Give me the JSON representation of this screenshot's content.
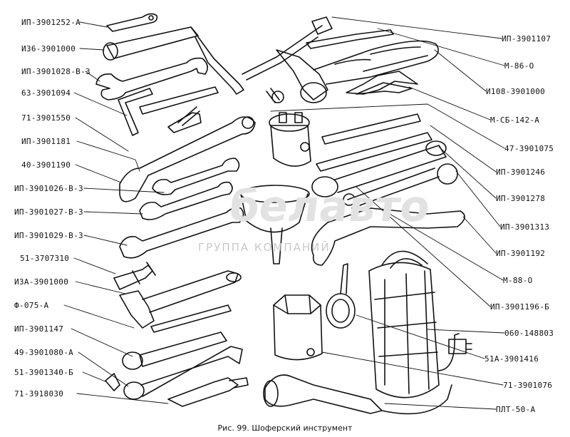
{
  "caption": "Рис. 99. Шоферский инструмент",
  "watermark": {
    "logo": "белавто",
    "text": "ГРУППА КОМПАНИЙ"
  },
  "labels_left": [
    "ИП-3901252-А",
    "И36-3901000",
    "ИП-3901028-В-3",
    "63-3901094",
    "71-3901550",
    "ИП-3901181",
    "40-3901190",
    "ИП-3901026-В-3",
    "ИП-3901027-В-3",
    "ИП-3901029-В-3",
    "51-3707310",
    "И3А-3901000",
    "Ф-075-А",
    "ИП-3901147",
    "49-3901080-А",
    "51-3901340-Б",
    "71-3918030"
  ],
  "labels_right": [
    "ИП-3901107",
    "М-86-О",
    "И108-3901000",
    "М-СБ-142-А",
    "47-3901075",
    "ИП-3901246",
    "ИП-3901278",
    "ИП-3901313",
    "ИП-3901192",
    "М-88-О",
    "ИП-3901196-Б",
    "060-148803",
    "51А-3901416",
    "71-3901076",
    "ПЛТ-50-А"
  ]
}
